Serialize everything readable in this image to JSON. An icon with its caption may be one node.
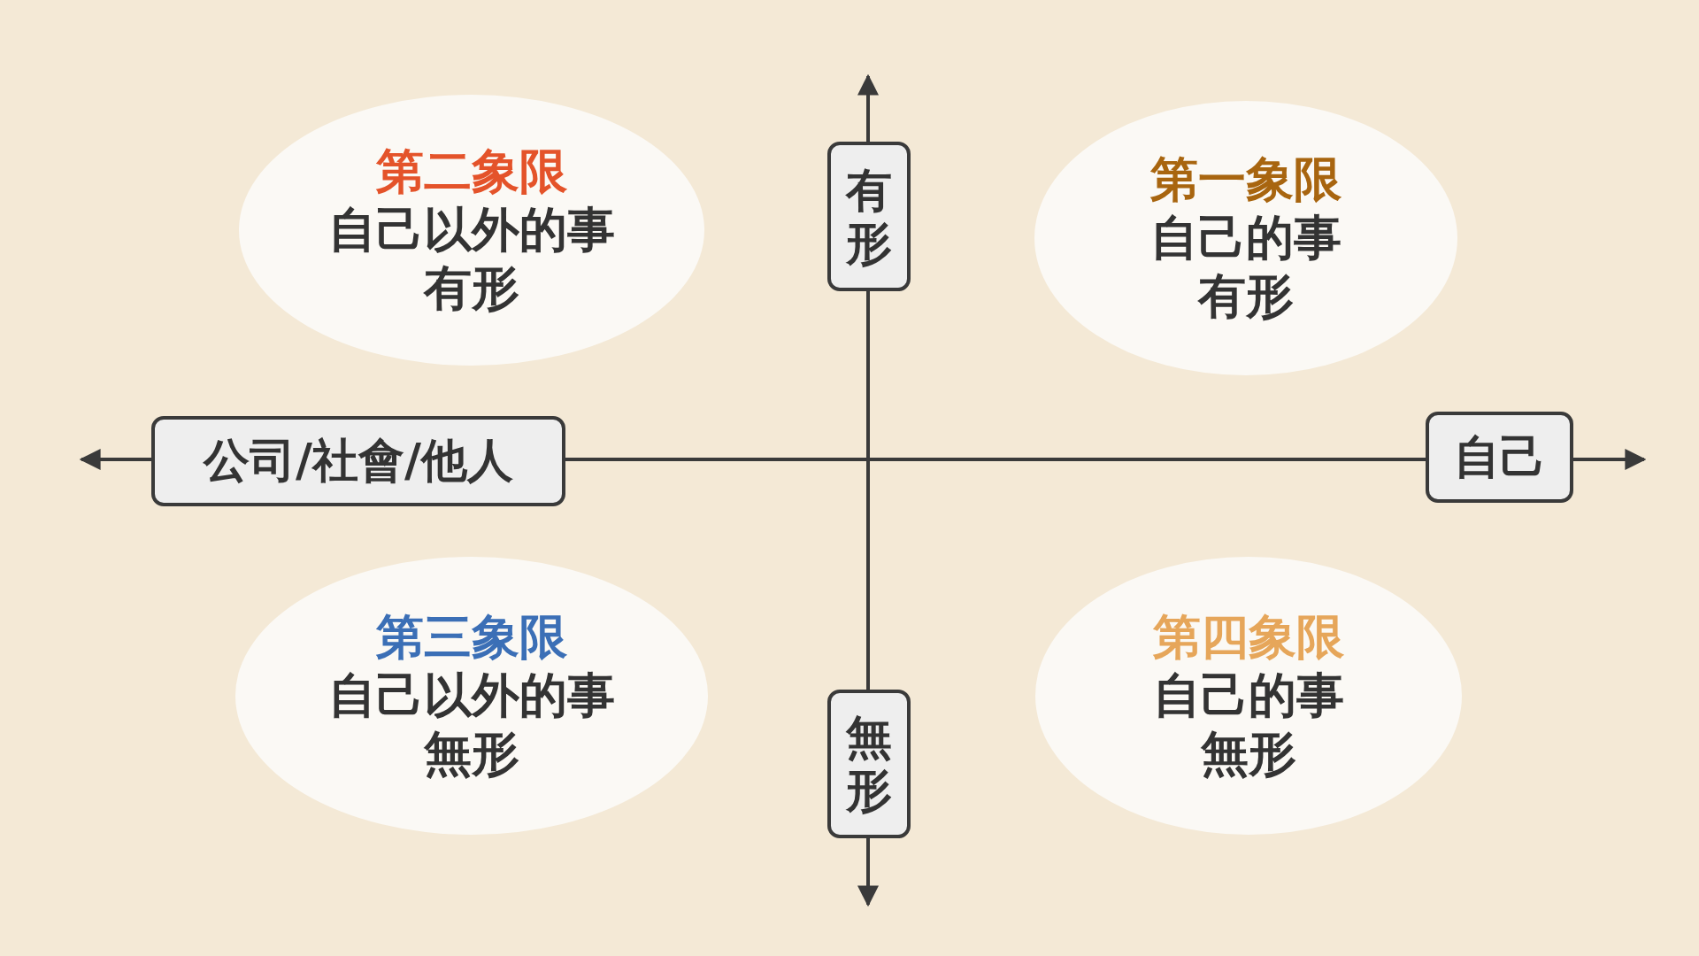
{
  "diagram": {
    "nodes": [
      {
        "text": [
          "第二象限",
          "自己以外的事",
          "有形"
        ]
      },
      {
        "text": [
          "有形"
        ]
      },
      {
        "text": [
          "第一象限",
          "自己的事",
          "有形"
        ]
      },
      {
        "text": [
          "公司/社會/他人"
        ]
      },
      {
        "text": [
          "自己"
        ]
      },
      {
        "text": [
          "第三象限",
          "自己以外的事",
          "無形"
        ]
      },
      {
        "text": [
          "無形"
        ]
      },
      {
        "text": [
          "第四象限",
          "自己的事",
          "無形"
        ]
      }
    ],
    "edges": []
  }
}
